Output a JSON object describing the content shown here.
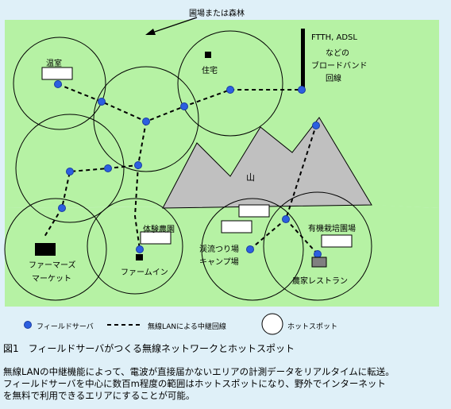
{
  "top_label": "圃場または森林",
  "labels": {
    "greenhouse": "温室",
    "house": "住宅",
    "broadband_1": "FTTH, ADSL",
    "broadband_2": "などの",
    "broadband_3": "ブロードバンド",
    "broadband_4": "回線",
    "mountain": "山",
    "experience_farm": "体験農園",
    "farm_inn": "ファームイン",
    "farmers_market_1": "ファーマーズ",
    "farmers_market_2": "マーケット",
    "fishing_1": "渓流つり場",
    "fishing_2": "キャンプ場",
    "organic_farm": "有機栽培園場",
    "farmhouse_restaurant": "農家レストラン"
  },
  "legend": {
    "server": "フィールドサーバ",
    "relay": "無線LANによる中継回線",
    "hotspot": "ホットスポット"
  },
  "caption": "図1　フィールドサーバがつくる無線ネットワークとホットスポット",
  "description": [
    "無線LANの中継機能によって、電波が直接届かないエリアの計測データをリアルタイムに転送。",
    "フィールドサーバを中心に数百m程度の範囲はホットスポットになり、野外でインターネット",
    "を無料で利用できるエリアにすることが可能。"
  ],
  "colors": {
    "field": "#b6f2a4",
    "mountain": "#c0c0c0",
    "server": "#2c5fe0",
    "background": "#dff0f8"
  }
}
